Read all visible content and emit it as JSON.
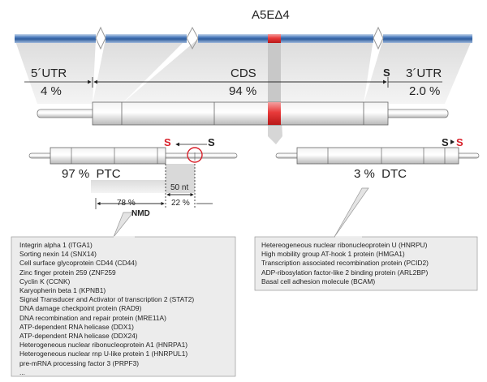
{
  "exon_label": "A5EΔ4",
  "regions": {
    "utr5_label": "5´UTR",
    "utr5_percent": "4 %",
    "cds_label": "CDS",
    "cds_percent": "94 %",
    "utr3_label": "3´UTR",
    "utr3_percent": "2.0 %",
    "stop_label": "S"
  },
  "ptc_panel": {
    "label": "97 %  PTC",
    "stop_red": "S",
    "stop_black": "S",
    "distance_label": "50 nt",
    "pct_78": "78 %",
    "pct_22": "22 %",
    "nmd_label": "NMD",
    "genes": [
      "Integrin alpha 1 (ITGA1)",
      "Sorting nexin 14 (SNX14)",
      "Cell surface glycoprotein CD44  (CD44)",
      "Zinc finger protein 259 (ZNF259",
      "Cyclin K (CCNK)",
      "Karyopherin beta 1 (KPNB1)",
      "Signal Transducer and Activator of transcription 2 (STAT2)",
      "DNA damage checkpoint protein (RAD9)",
      "DNA recombination and repair protein (MRE11A)",
      "ATP-dependent RNA helicase (DDX1)",
      "ATP-dependent RNA helicase (DDX24)",
      "Heterogeneous nuclear ribonucleoprotein A1 (HNRPA1)",
      "Heterogeneous nuclear rnp U-like protein 1 (HNRPUL1)",
      "pre-mRNA processing factor 3 (PRPF3)",
      "..."
    ]
  },
  "dtc_panel": {
    "label": "3 %  DTC",
    "stop_black": "S",
    "stop_red": "S",
    "genes": [
      "Hetereogeneous nuclear ribonucleoprotein U (HNRPU)",
      "High mobility group AT-hook 1 protein (HMGA1)",
      "Transcription associated recombination protein (PCID2)",
      "ADP-ribosylation factor-like 2 binding protein (ARL2BP)",
      "Basal cell adhesion molecule (BCAM)"
    ]
  },
  "colors": {
    "exon_blue": "#3d6fb0",
    "highlight_red": "#e03030",
    "shade_gray": "#d6d6d6"
  }
}
